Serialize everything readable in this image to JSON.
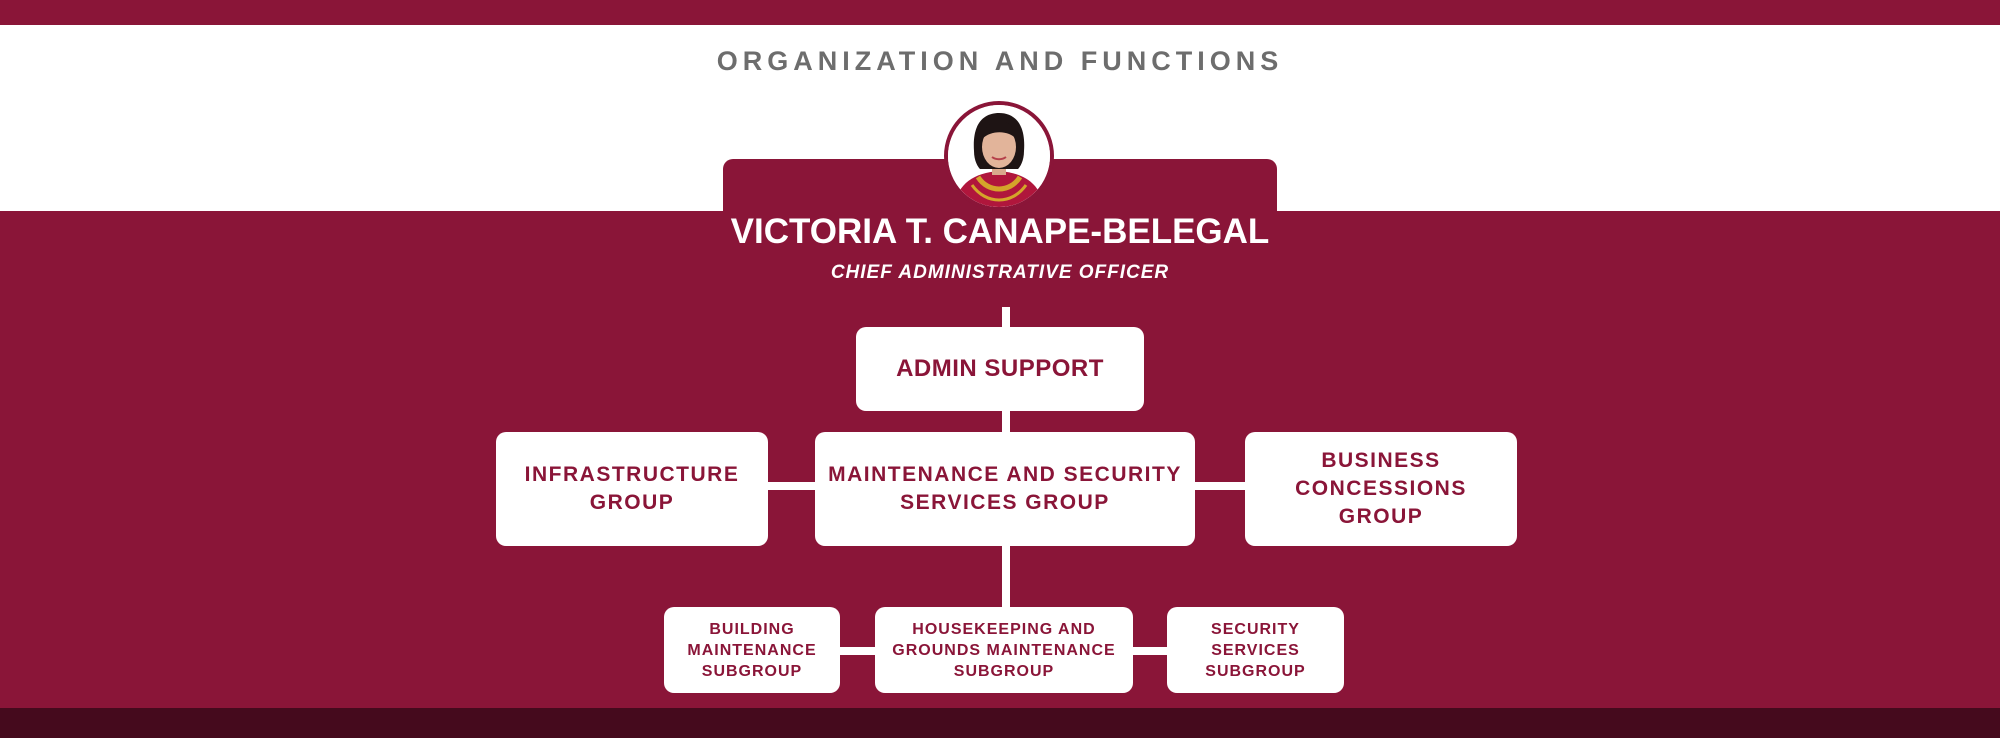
{
  "header": {
    "title": "ORGANIZATION AND FUNCTIONS"
  },
  "head": {
    "name": "VICTORIA T. CANAPE-BELEGAL",
    "role": "CHIEF ADMINISTRATIVE OFFICER"
  },
  "nodes": {
    "admin_support": "ADMIN SUPPORT",
    "infrastructure": "INFRASTRUCTURE GROUP",
    "maintenance_security": "MAINTENANCE AND SECURITY SERVICES GROUP",
    "business_concessions": "BUSINESS CONCESSIONS GROUP",
    "building_maintenance": "BUILDING MAINTENANCE SUBGROUP",
    "housekeeping_grounds": "HOUSEKEEPING AND GROUNDS MAINTENANCE SUBGROUP",
    "security_services": "SECURITY SERVICES SUBGROUP"
  },
  "colors": {
    "brand": "#8a1538",
    "footer": "#450a1d",
    "title_gray": "#6d6d6d"
  }
}
